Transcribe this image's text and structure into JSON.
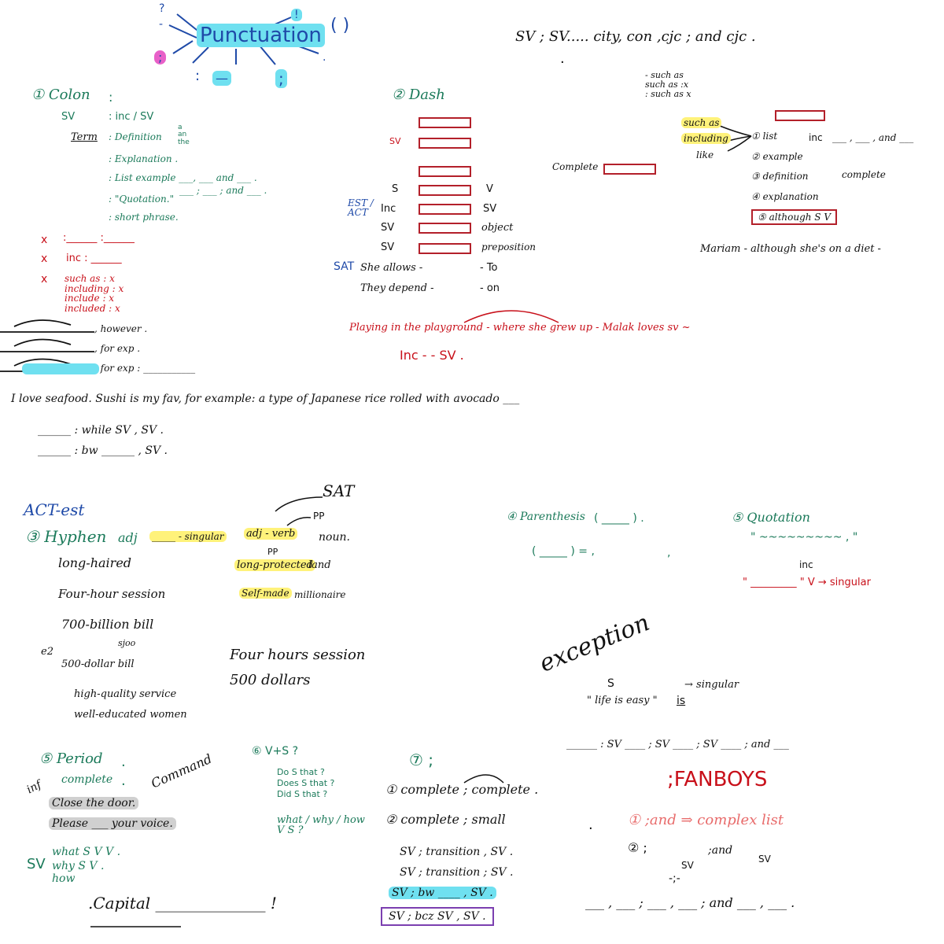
{
  "header": {
    "title": "Punctuation",
    "map_nodes": [
      "?",
      "-",
      "( )",
      "!",
      ".",
      ";",
      "—",
      ";",
      ":",
      "."
    ],
    "top_formula": "SV ; SV..... city, con ,cjc ; and cjc ."
  },
  "colon": {
    "title": "① Colon",
    "mark": ":",
    "sv": "SV",
    "inc_sv": ": inc / SV",
    "term": "Term",
    "definition": ": Definition",
    "def_opts": [
      "a",
      "an",
      "the"
    ],
    "explanation": ": Explanation .",
    "list_example": ": List example ___, ___ and ___ .",
    "list_example2": "___ ; ___ ; and ___ .",
    "quotation": ": \"Quotation.\"",
    "short_phrase": ": short phrase.",
    "wrong1": ":______ :______",
    "wrong2": "inc : ______",
    "such_as": "such as  : x",
    "including": "including : x",
    "include": "include : x",
    "included": "included : x",
    "x_mark": "x",
    "however": ", however .",
    "for_exp1": ", for exp .",
    "for_exp2": ", for exp : ___________",
    "sentence": "I love seafood. Sushi is my fav, for example: a type of Japanese rice rolled with avocado ___",
    "while_line": "______ : while SV , SV .",
    "bw_line": "______ : bw ______ , SV ."
  },
  "dash": {
    "title": "② Dash",
    "sv_label": "SV",
    "s": "S",
    "v": "V",
    "est_act": "EST / ACT",
    "inc": "Inc",
    "sv2": "SV",
    "sv3": "SV",
    "object": "object",
    "preposition": "preposition",
    "sat": "SAT",
    "she_allows": "She allows -",
    "to": "- To",
    "they_depend": "They depend -",
    "on": "- on",
    "complete": "Complete",
    "red_sentence": "Playing in the playground - where she grew up - Malak loves sv ~",
    "inc_sv": "Inc  -   - SV ."
  },
  "dash_list": {
    "such_as": "such as",
    "including": "including",
    "like": "like",
    "not_list": [
      "- such as",
      "such as :x",
      ": such as x"
    ],
    "items": [
      "① list",
      "② example",
      "③ definition",
      "④ explanation",
      "⑤ although S V"
    ],
    "inc": "inc",
    "inc_and": "___ , ___ , and ___",
    "complete": "complete",
    "mariam": "Mariam  - although she's on a diet -"
  },
  "hyphen": {
    "act_est": "ACT-est",
    "sat": "SAT",
    "title": "③ Hyphen",
    "adj": "adj",
    "singular": "_____ - singular",
    "adj_verb": "adj - verb",
    "pp": "PP",
    "noun": "noun.",
    "long_haired": "long-haired",
    "long_protected": "long-protected",
    "land": "land",
    "four_hour": "Four-hour session",
    "self_made": "Self-made",
    "millionaire": "millionaire",
    "billion": "700-billion bill",
    "sjoo": "sjoo",
    "dollar": "500-dollar bill",
    "e2": "e2",
    "high_quality": "high-quality service",
    "well_educated": "well-educated women",
    "four_hours": "Four hours session",
    "five_hundred": "500 dollars"
  },
  "parenthesis": {
    "title": "④ Parenthesis",
    "form1": "( _____ ) .",
    "form2": "( _____ )   = ,",
    "comma": ","
  },
  "quotation": {
    "title": "⑤ Quotation",
    "form": "\" ~~~~~~~~~ , \"",
    "inc": "inc",
    "red": "\" _________ \"   V → singular"
  },
  "exception": {
    "word": "exception",
    "s": "S",
    "life": "\" life is easy \"",
    "is": "is",
    "singular": "→ singular"
  },
  "period": {
    "title": "⑤ Period",
    "dot": ".",
    "inf": "inf",
    "complete": "complete",
    "command": "Command",
    "close": "Close the door.",
    "please": "Please ___ your voice.",
    "sv": "SV",
    "what": "what  S V V .",
    "why": "why  S V .",
    "how": "how",
    "capital": ".Capital ______________ !"
  },
  "qmark": {
    "title": "⑥  V+S ?",
    "do": "Do S that ?",
    "does": "Does S that ?",
    "did": "Did S that ?",
    "wh": "what / why / how  V S ?"
  },
  "semicolon": {
    "title": "⑦ ;",
    "row1": "① complete  ;  complete .",
    "row2": "② complete ; small",
    "row3": "SV ; transition , SV .",
    "row4": "SV ; transition ; SV .",
    "row5": "SV ; bw ____ , SV .",
    "row6": "SV ; bcz  SV , SV .",
    "dot": "."
  },
  "fanboys": {
    "formula": "______ : SV ____ ; SV ____ ; SV ____ ; and ___",
    "title": ";FANBOYS",
    "item1": "① ;and ⇒ complex list",
    "item2": "② ;",
    "and": ";and",
    "sv": "SV",
    "sv2": "SV",
    "dash": "-;-",
    "bottom": "___ , ___ ; ___ , ___ ; and ___ , ___ ."
  }
}
